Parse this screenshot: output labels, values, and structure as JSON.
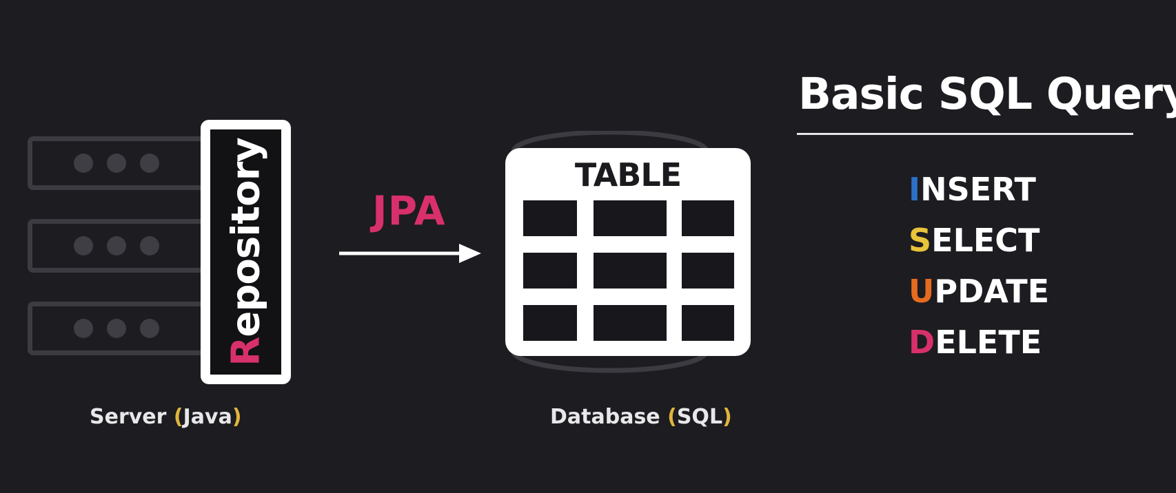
{
  "server": {
    "caption_main": "Server ",
    "caption_open": "(",
    "caption_inner": "Java",
    "caption_close": ")"
  },
  "repository": {
    "first_letter": "R",
    "rest": "epository",
    "first_letter_color": "#d8306a"
  },
  "connector": {
    "label": "JPA",
    "label_color": "#d8306a",
    "arrow_icon": "arrow-right-icon"
  },
  "database": {
    "table_title": "TABLE",
    "caption_main": "Database ",
    "caption_open": "(",
    "caption_inner": "SQL",
    "caption_close": ")"
  },
  "query_panel": {
    "title": "Basic SQL Query",
    "commands": [
      {
        "initial": "I",
        "rest": "NSERT",
        "color": "#2e6fc6"
      },
      {
        "initial": "S",
        "rest": "ELECT",
        "color": "#e8c43a"
      },
      {
        "initial": "U",
        "rest": "PDATE",
        "color": "#e56b1f"
      },
      {
        "initial": "D",
        "rest": "ELETE",
        "color": "#d8306a"
      }
    ]
  },
  "colors": {
    "background": "#1c1c21",
    "accent_pink": "#d8306a",
    "accent_yellow": "#e0b53d"
  }
}
